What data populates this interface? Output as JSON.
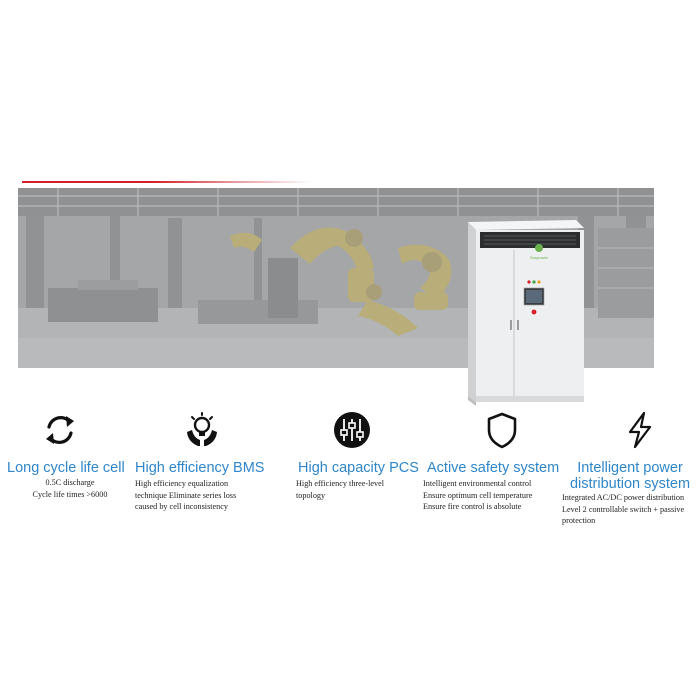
{
  "banner": {
    "brand_label": "Sunpower"
  },
  "features": [
    {
      "icon": "refresh-icon",
      "title": "Long cycle life cell",
      "lines": [
        "0.5C discharge",
        "Cycle life times >6000"
      ]
    },
    {
      "icon": "lightbulb-hands-icon",
      "title": "High efficiency BMS",
      "lines": [
        "High efficiency equalization",
        "technique Eliminate series loss",
        "caused by cell inconsistency"
      ]
    },
    {
      "icon": "sliders-icon",
      "title": "High capacity PCS",
      "lines": [
        "High efficiency three-level",
        "topology"
      ]
    },
    {
      "icon": "shield-icon",
      "title": "Active safety system",
      "lines": [
        "Intelligent environmental control",
        "Ensure optimum cell temperature",
        "Ensure fire control is absolute"
      ]
    },
    {
      "icon": "lightning-icon",
      "title": "Intelligent power distribution system",
      "lines": [
        "Integrated AC/DC power distribution",
        "Level 2 controllable switch + passive",
        "protection"
      ]
    }
  ],
  "colors": {
    "accent_red": "#d61f26",
    "title_blue": "#2f86c9",
    "banner_gray": "#a9abad",
    "cabinet_white": "#eeeff0"
  }
}
